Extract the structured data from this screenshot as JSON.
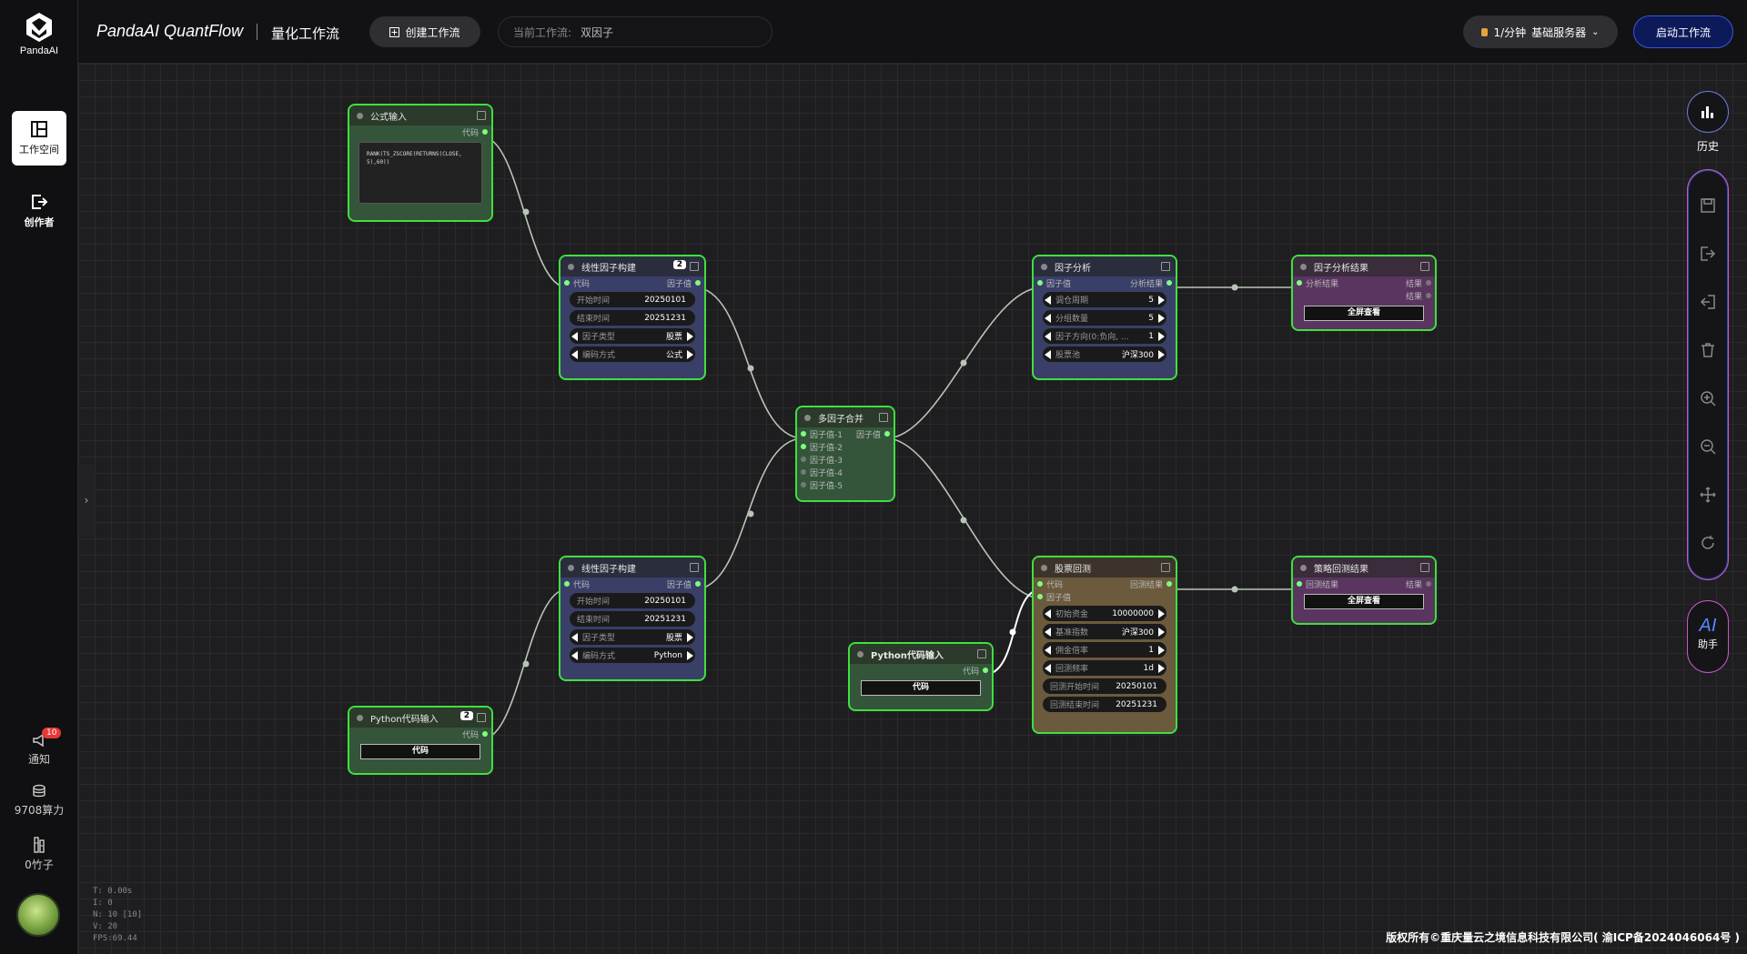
{
  "logo": {
    "text": "PandaAI"
  },
  "sidebar": {
    "workspace": "工作空间",
    "creator": "创作者",
    "notify": {
      "label": "通知",
      "badge": "10"
    },
    "compute": "9708算力",
    "bamboo": "0竹子"
  },
  "header": {
    "brand": "PandaAI QuantFlow",
    "subtitle": "量化工作流",
    "create_label": "创建工作流",
    "current_label": "当前工作流:",
    "current_value": "双因子",
    "server_rate": "1/分钟",
    "server_name": "基础服务器",
    "start_label": "启动工作流"
  },
  "nodes": {
    "formula": {
      "title": "公式输入",
      "out": "代码",
      "code": "RANK(TS_ZSCORE(RETURNS(CLOSE, 5),60))"
    },
    "lin1": {
      "title": "线性因子构建",
      "count": "2",
      "in": "代码",
      "out": "因子值",
      "f1k": "开始时间",
      "f1v": "20250101",
      "f2k": "结束时间",
      "f2v": "20251231",
      "f3k": "因子类型",
      "f3v": "股票",
      "f4k": "编码方式",
      "f4v": "公式"
    },
    "lin2": {
      "title": "线性因子构建",
      "in": "代码",
      "out": "因子值",
      "f1k": "开始时间",
      "f1v": "20250101",
      "f2k": "结束时间",
      "f2v": "20251231",
      "f3k": "因子类型",
      "f3v": "股票",
      "f4k": "编码方式",
      "f4v": "Python"
    },
    "py1": {
      "title": "Python代码输入",
      "count": "2",
      "out": "代码",
      "btn": "代码"
    },
    "merge": {
      "title": "多因子合并",
      "out": "因子值",
      "i1": "因子值-1",
      "i2": "因子值-2",
      "i3": "因子值-3",
      "i4": "因子值-4",
      "i5": "因子值-5"
    },
    "analysis": {
      "title": "因子分析",
      "in": "因子值",
      "out": "分析结果",
      "f1k": "调仓周期",
      "f1v": "5",
      "f2k": "分组数量",
      "f2v": "5",
      "f3k": "因子方向(0:负向, ...",
      "f3v": "1",
      "f4k": "股票池",
      "f4v": "沪深300"
    },
    "anaRes": {
      "title": "因子分析结果",
      "in": "分析结果",
      "o1": "结果",
      "o2": "结果",
      "btn": "全屏查看"
    },
    "backtest": {
      "title": "股票回测",
      "in1": "代码",
      "in2": "因子值",
      "out": "回测结果",
      "f1k": "初始资金",
      "f1v": "10000000",
      "f2k": "基准指数",
      "f2v": "沪深300",
      "f3k": "佣金倍率",
      "f3v": "1",
      "f4k": "回测频率",
      "f4v": "1d",
      "f5k": "回测开始时间",
      "f5v": "20250101",
      "f6k": "回测结束时间",
      "f6v": "20251231"
    },
    "py2": {
      "title": "Python代码输入",
      "out": "代码",
      "btn": "代码"
    },
    "btRes": {
      "title": "策略回测结果",
      "in": "回测结果",
      "out": "结果",
      "btn": "全屏查看"
    }
  },
  "right": {
    "history": "历史",
    "ai": "AI",
    "assistant": "助手"
  },
  "stats": {
    "t": "T: 0.00s",
    "i": "I: 0",
    "n": "N: 10 [10]",
    "v": "V: 20",
    "fps": "FPS:69.44"
  },
  "footer": {
    "copyright": "版权所有©重庆量云之境信息科技有限公司( 渝ICP备2024046064号 )"
  },
  "colors": {
    "accent": "#3fe03f",
    "start_button": "#0d1a5a",
    "badge": "#e53935"
  }
}
